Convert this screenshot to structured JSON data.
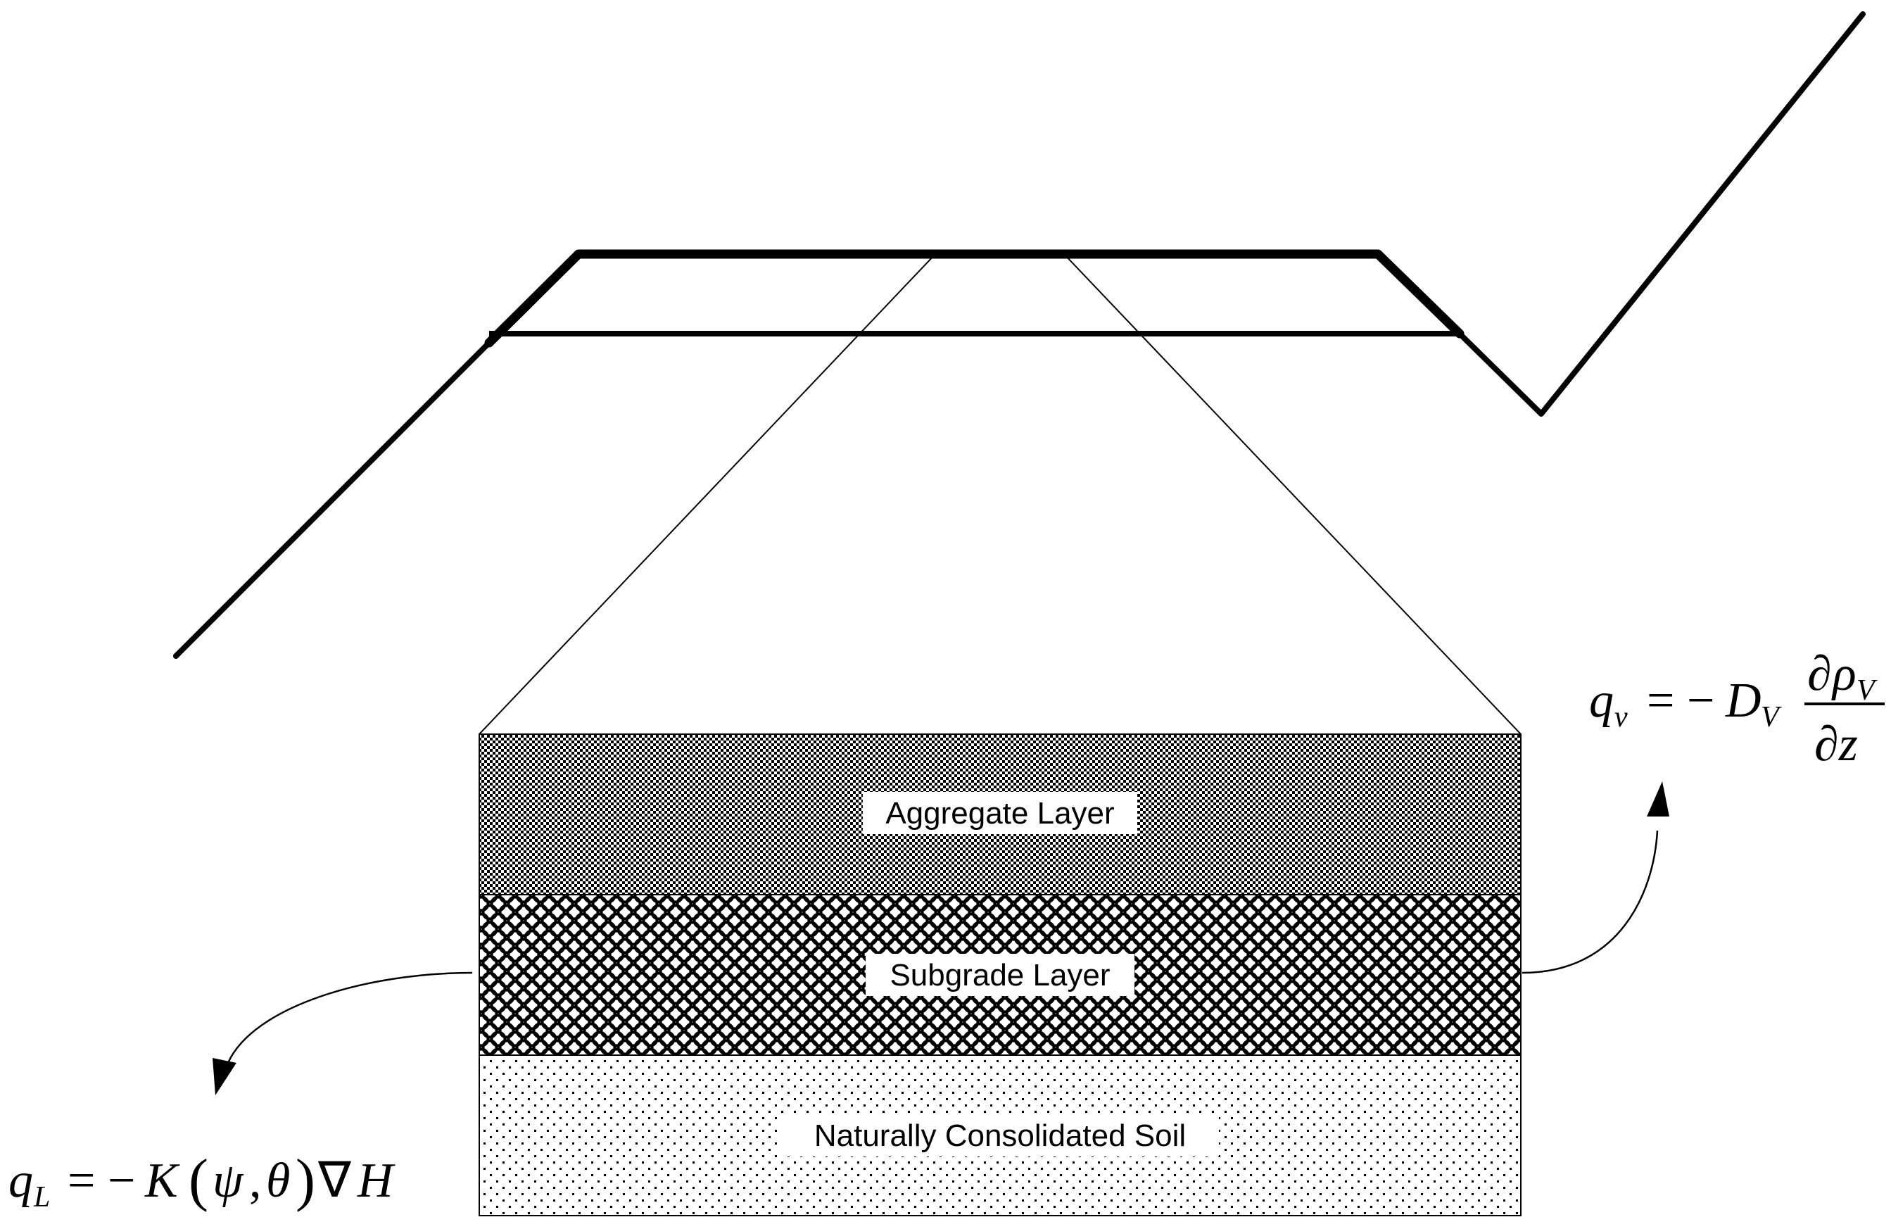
{
  "layers": {
    "aggregate": "Aggregate Layer",
    "subgrade": "Subgrade Layer",
    "natural": "Naturally Consolidated Soil"
  },
  "equations": {
    "vapor": {
      "lhs_var": "q",
      "lhs_sub": "v",
      "equals_minus": "= −",
      "coef": "D",
      "coef_sub": "V",
      "num_partial": "∂",
      "num_var": "ρ",
      "num_sub": "V",
      "den": "∂z"
    },
    "liquid": {
      "lhs_var": "q",
      "lhs_sub": "L",
      "equals_minus": "= −",
      "k": "K",
      "lparen": "(",
      "psi": "ψ",
      "comma": ",",
      "theta": "θ",
      "rparen": ")",
      "nabla": "∇",
      "h": "H"
    }
  },
  "colors": {
    "line": "#000000",
    "background": "#ffffff",
    "label_background": "#ffffff"
  }
}
